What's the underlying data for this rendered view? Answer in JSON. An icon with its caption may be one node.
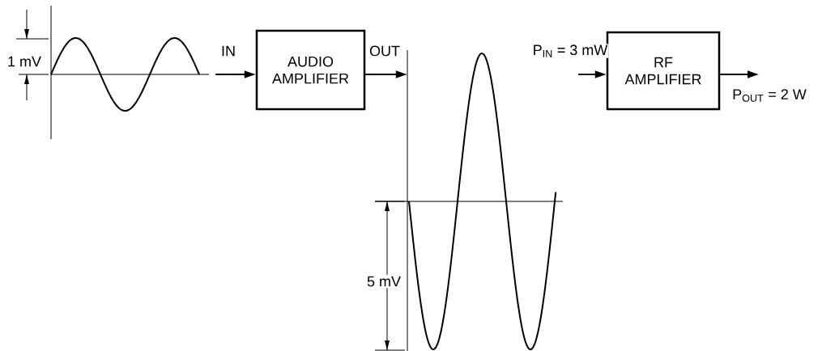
{
  "diagram": {
    "nodes": [
      {
        "text": [],
        "shape": "picture"
      },
      {
        "text": [
          "AUDIO AMPLIFIER"
        ]
      },
      {
        "text": [],
        "shape": "picture"
      },
      {
        "text": [
          "RF AMPLIFIER"
        ]
      }
    ],
    "edges": [
      {
        "from": 0,
        "to": 1,
        "arrow": "to",
        "label": "IN"
      },
      {
        "from": 1,
        "to": 2,
        "arrow": "to",
        "label": "OUT"
      },
      {
        "from": null,
        "to": 3,
        "arrow": "to",
        "label": "P$_{IN}$ = 3 mW"
      },
      {
        "from": 3,
        "to": null,
        "arrow": "to",
        "label": "P$_{OUT}$ = 2 W"
      }
    ],
    "labels": [
      "1 mV",
      "5 mV"
    ]
  }
}
